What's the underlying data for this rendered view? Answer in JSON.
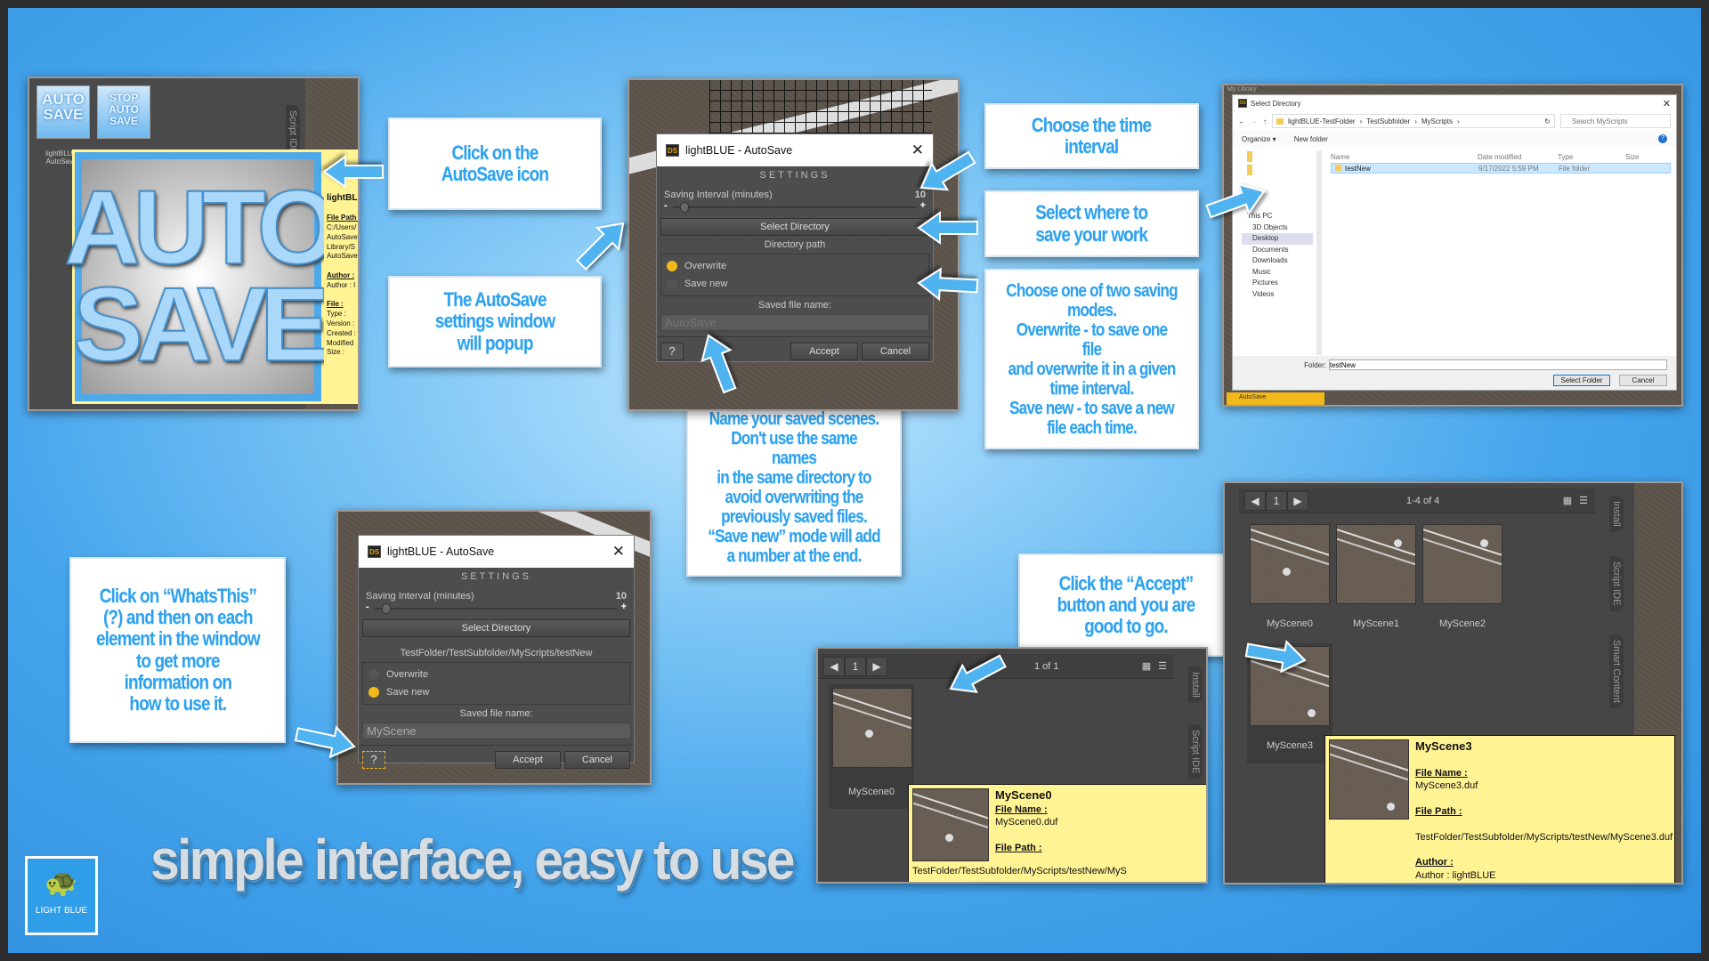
{
  "callouts": {
    "click_icon": "Click on the\nAutoSave icon",
    "popup": "The AutoSave\nsettings window\nwill popup",
    "time_interval": "Choose the time\ninterval",
    "select_where": "Select where to\nsave your work",
    "modes": "Choose one of two saving\nmodes.\nOverwrite - to save one file\nand overwrite it in a given\ntime interval.\nSave new - to save a new\nfile each time.",
    "name_scenes": "Name your saved scenes.\nDon't use the same names\nin the same directory to\navoid overwriting the\npreviously saved files.\n“Save new” mode will add\na number at the end.",
    "whats_this": "Click on “WhatsThis”\n(?) and then on each\nelement in the window\nto get more\ninformation on\nhow to use it.",
    "accept": "Click the “Accept”\nbutton and you are\ngood to go."
  },
  "slogan": "simple interface, easy to use",
  "logo": {
    "text": "LIGHT BLUE"
  },
  "toolbar_panel": {
    "icons": [
      "AUTO SAVE",
      "STOP AUTO SAVE"
    ],
    "item_label": "lightBLUE\nAutoSave",
    "big_icon": "AUTO SAVE",
    "side_tab": "Script IDE",
    "tooltip": {
      "title": "lightBL",
      "file_path_label": "File Path :",
      "path_lines": [
        "C:/Users/",
        "AutoSave",
        "Library/S",
        "AutoSave"
      ],
      "author_label": "Author :",
      "author": "Author : l",
      "file_label": "File :",
      "fields": [
        "Type :",
        "Version :",
        "Created :",
        "Modified",
        "Size :"
      ]
    }
  },
  "dialog1": {
    "title": "lightBLUE - AutoSave",
    "header": "SETTINGS",
    "interval_label": "Saving Interval (minutes)",
    "interval_value": "10",
    "interval_fraction": 0.05,
    "minus": "-",
    "plus": "+",
    "select_dir": "Select Directory",
    "dir_path": "Directory path",
    "radio_overwrite": "Overwrite",
    "radio_save_new": "Save new",
    "selected": "Overwrite",
    "file_label": "Saved file name:",
    "file_placeholder": "AutoSave",
    "help": "?",
    "accept": "Accept",
    "cancel": "Cancel"
  },
  "dialog2": {
    "title": "lightBLUE - AutoSave",
    "header": "SETTINGS",
    "interval_label": "Saving Interval (minutes)",
    "interval_value": "10",
    "interval_fraction": 0.05,
    "minus": "-",
    "plus": "+",
    "select_dir": "Select Directory",
    "dir_path": "TestFolder/TestSubfolder/MyScripts/testNew",
    "radio_overwrite": "Overwrite",
    "radio_save_new": "Save new",
    "selected": "Save new",
    "file_label": "Saved file name:",
    "file_value": "MyScene",
    "help": "?",
    "accept": "Accept",
    "cancel": "Cancel"
  },
  "explorer": {
    "library_label": "My Library",
    "title": "Select Directory",
    "breadcrumb": [
      "lightBLUE-TestFolder",
      "TestSubfolder",
      "MyScripts"
    ],
    "search_placeholder": "Search MyScripts",
    "organize": "Organize ▾",
    "new_folder": "New folder",
    "columns": [
      "Name",
      "Date modified",
      "Type",
      "Size"
    ],
    "rows": [
      {
        "name": "testNew",
        "date": "9/17/2022 5:59 PM",
        "type": "File folder",
        "size": ""
      }
    ],
    "tree": [
      "This PC",
      "3D Objects",
      "Desktop",
      "Documents",
      "Downloads",
      "Music",
      "Pictures",
      "Videos"
    ],
    "tree_selected": "Desktop",
    "folder_label": "Folder:",
    "folder_value": "testNew",
    "select_folder": "Select Folder",
    "cancel": "Cancel",
    "taskbar": "AutoSave"
  },
  "library_small": {
    "page": "1",
    "count": "1 of 1",
    "items": [
      "MyScene0"
    ],
    "tabs": [
      "Install",
      "Script IDE"
    ],
    "tooltip": {
      "title": "MyScene0",
      "file_name_label": "File Name :",
      "file_name": "MyScene0.duf",
      "file_path_label": "File Path :",
      "file_path": "TestFolder/TestSubfolder/MyScripts/testNew/MyS"
    }
  },
  "library_large": {
    "page": "1",
    "count": "1-4 of 4",
    "items": [
      "MyScene0",
      "MyScene1",
      "MyScene2",
      "MyScene3"
    ],
    "tabs": [
      "Install",
      "Script IDE",
      "Smart Content"
    ],
    "tooltip": {
      "title": "MyScene3",
      "file_name_label": "File Name :",
      "file_name": "MyScene3.duf",
      "file_path_label": "File Path :",
      "file_path": "TestFolder/TestSubfolder/MyScripts/testNew/MyScene3.duf",
      "author_label": "Author :",
      "author": "Author : lightBLUE"
    }
  },
  "colors": {
    "accent": "#2ea2ee",
    "arrow": "#4fb3f0",
    "radio_on": "#f3b81a",
    "tooltip": "#fff394"
  }
}
